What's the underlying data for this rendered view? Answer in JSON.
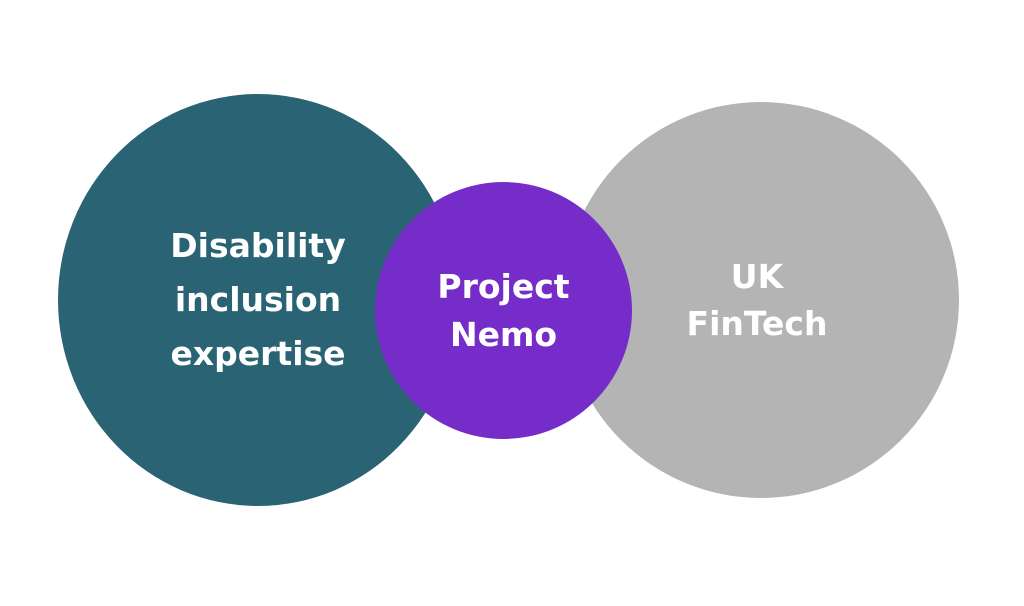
{
  "diagram": {
    "type": "venn",
    "circles": [
      {
        "id": "left",
        "label": "Disability\ninclusion\nexpertise",
        "color": "#2a6373"
      },
      {
        "id": "center",
        "label": "Project\nNemo",
        "color": "#762cc9"
      },
      {
        "id": "right",
        "label": "UK\nFinTech",
        "color": "#b3b4b3"
      }
    ],
    "text_color": "#ffffff",
    "background": "#ffffff"
  }
}
